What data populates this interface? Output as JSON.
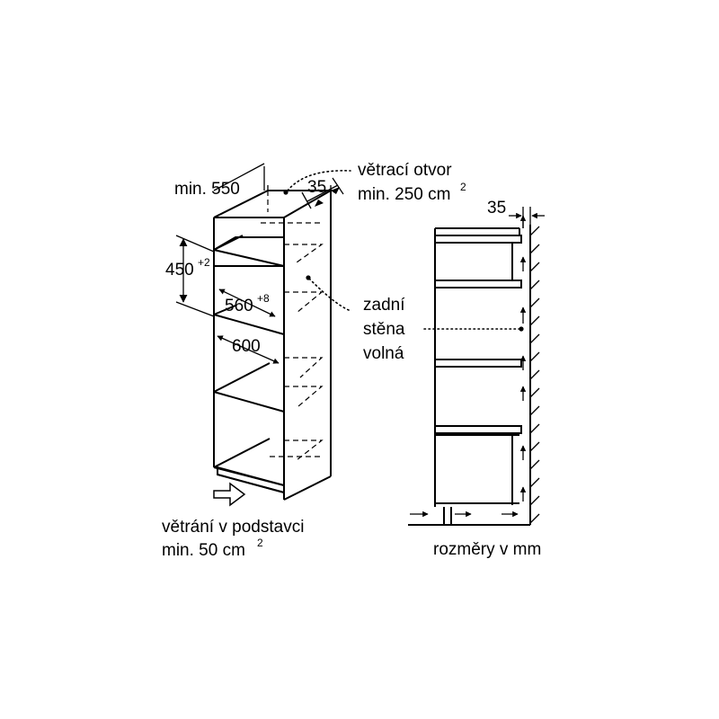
{
  "labels": {
    "min_depth": "min. 550",
    "ventilation_gap": "35",
    "vent_opening_line1": "větrací otvor",
    "vent_opening_line2": "min. 250 cm",
    "vent_opening_sup": "2",
    "niche_height": "450",
    "niche_height_tol": "+2",
    "niche_width": "560",
    "niche_width_tol": "+8",
    "cabinet_width": "600",
    "back_wall_line1": "zadní",
    "back_wall_line2": "stěna",
    "back_wall_line3": "volná",
    "base_vent_line1": "větrání v podstavci",
    "base_vent_line2": "min. 50 cm",
    "base_vent_sup": "2",
    "side_gap": "35",
    "units": "rozměry v mm"
  },
  "colors": {
    "line": "#000000",
    "background": "#ffffff"
  }
}
